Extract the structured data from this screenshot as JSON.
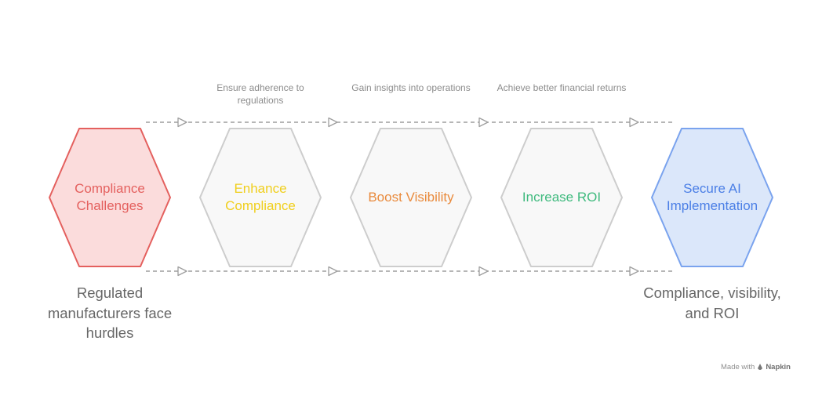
{
  "hexagons": [
    {
      "label": "Compliance Challenges",
      "fill": "#fbdcdc",
      "stroke": "#e4605e",
      "text_color": "#e4605e"
    },
    {
      "label": "Enhance Compliance",
      "fill": "#f8f8f8",
      "stroke": "#cdcdcd",
      "text_color": "#f0cf1d"
    },
    {
      "label": "Boost Visibility",
      "fill": "#f8f8f8",
      "stroke": "#cdcdcd",
      "text_color": "#e98a3c"
    },
    {
      "label": "Increase ROI",
      "fill": "#f8f8f8",
      "stroke": "#cdcdcd",
      "text_color": "#3fba7e"
    },
    {
      "label": "Secure AI Implementation",
      "fill": "#dbe7fa",
      "stroke": "#7aa3ee",
      "text_color": "#4b7fe6"
    }
  ],
  "arrow_labels": [
    {
      "text": "Ensure adherence to regulations"
    },
    {
      "text": "Gain insights into operations"
    },
    {
      "text": "Achieve better financial returns"
    }
  ],
  "captions": {
    "left": "Regulated manufacturers face hurdles",
    "right": "Compliance, visibility, and ROI"
  },
  "watermark": {
    "made_with": "Made with",
    "brand": "Napkin"
  },
  "colors": {
    "arrow": "#9e9e9e"
  }
}
